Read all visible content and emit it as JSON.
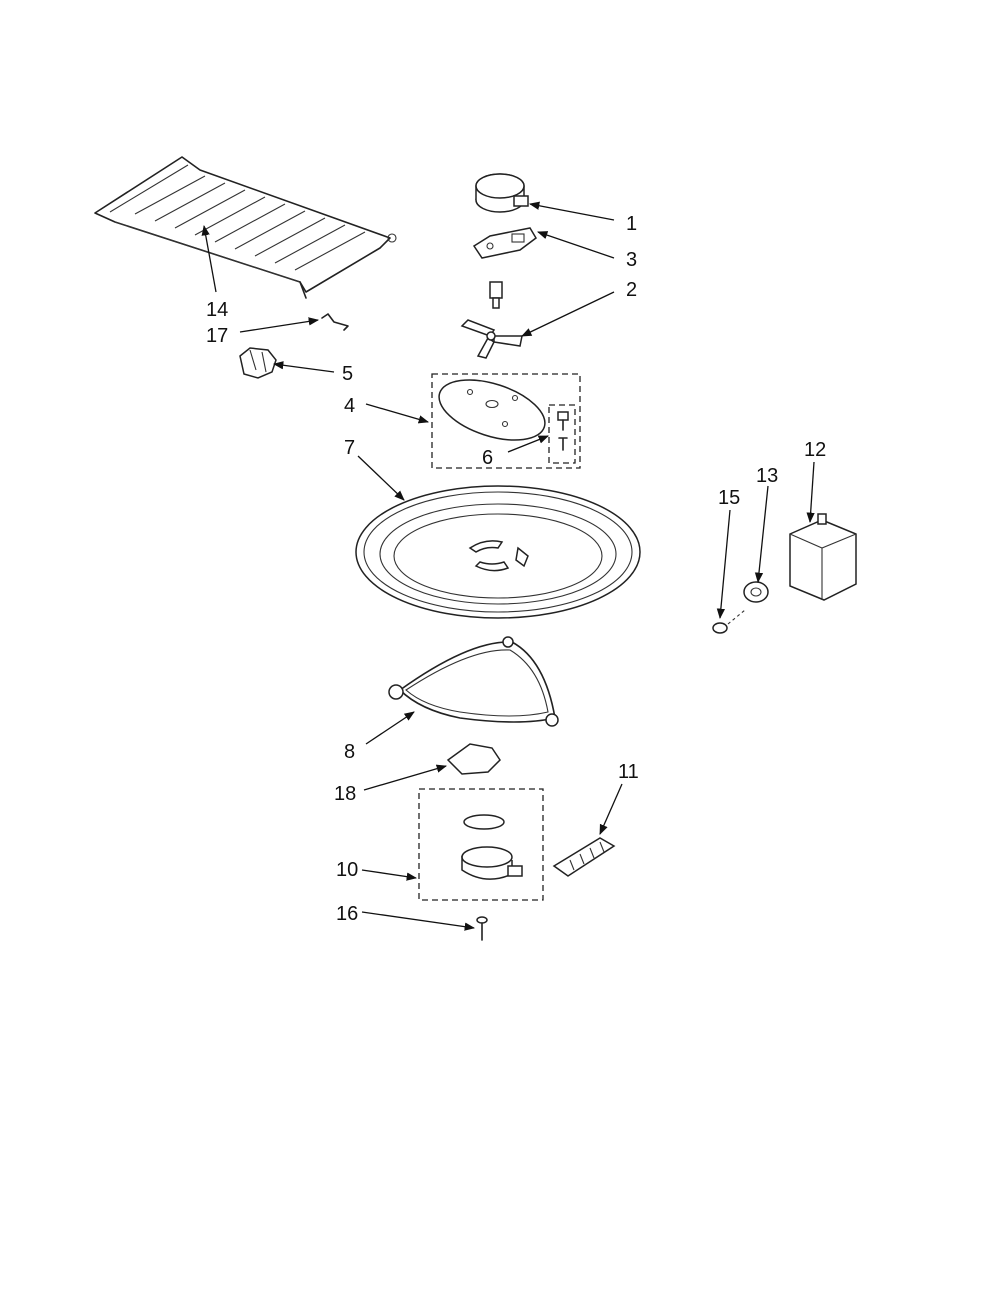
{
  "callouts": {
    "c1": "1",
    "c2": "2",
    "c3": "3",
    "c4": "4",
    "c5": "5",
    "c6": "6",
    "c7": "7",
    "c8": "8",
    "c10": "10",
    "c11": "11",
    "c12": "12",
    "c13": "13",
    "c14": "14",
    "c15": "15",
    "c16": "16",
    "c17": "17",
    "c18": "18"
  },
  "colors": {
    "line": "#222222",
    "background": "#ffffff"
  }
}
